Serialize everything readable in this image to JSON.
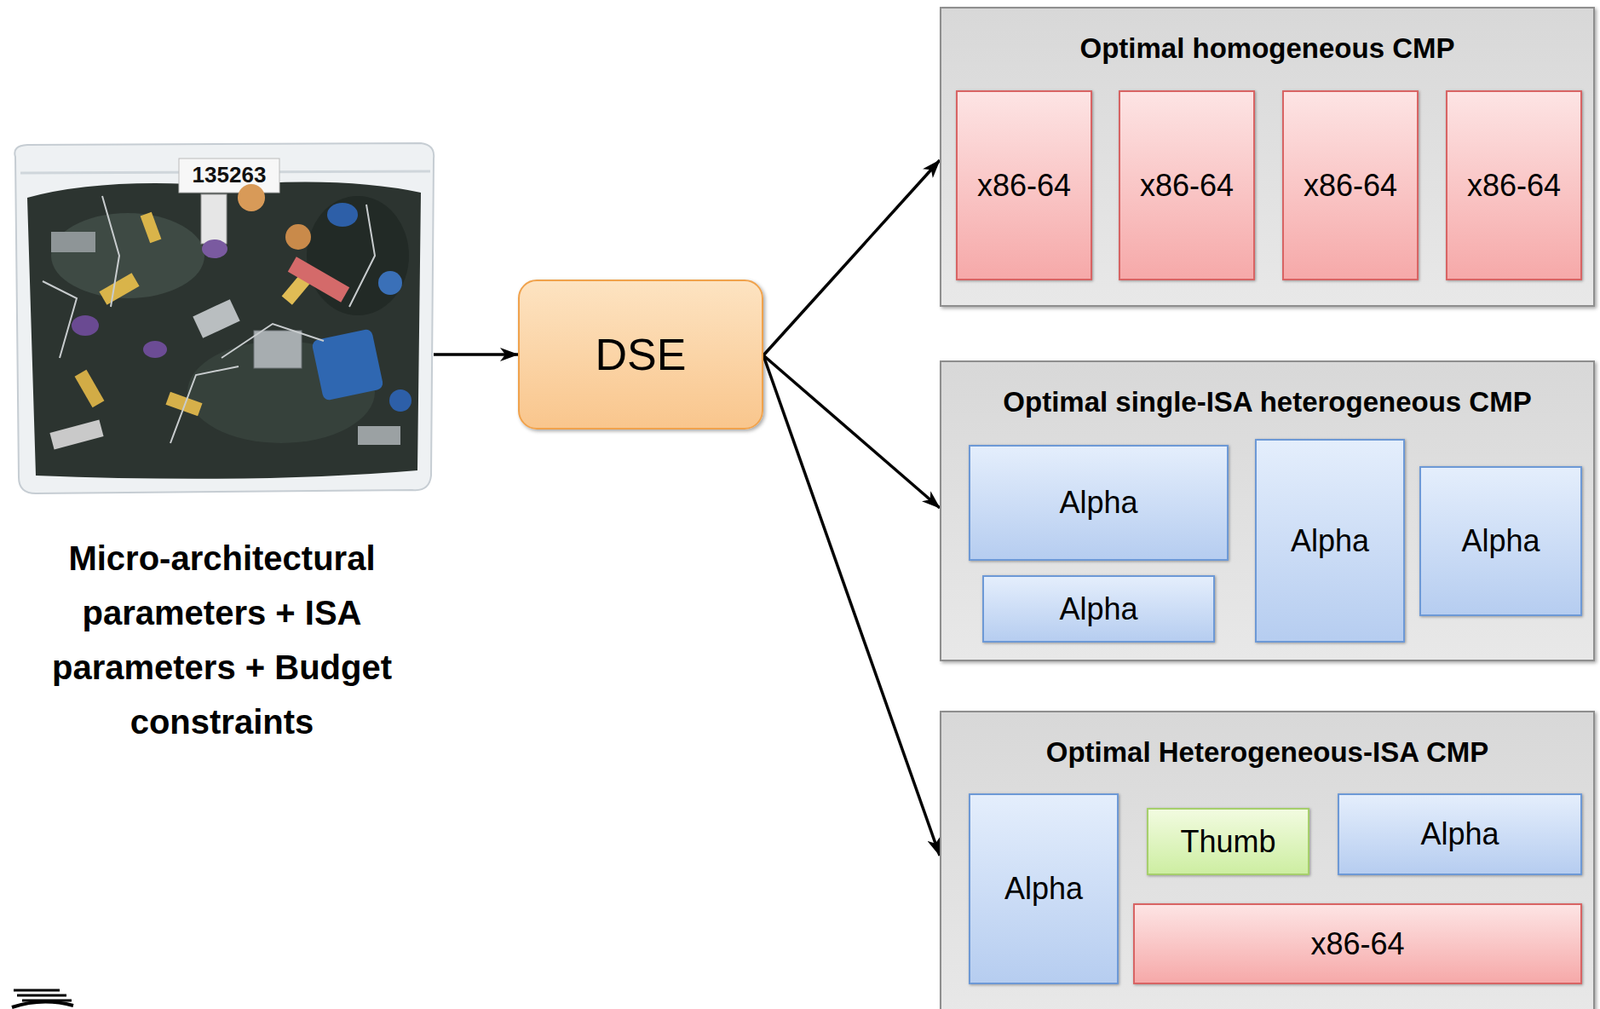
{
  "diagram": {
    "nodes": [
      {
        "text": [
          "Micro-architectural parameters + ISA parameters + Budget constraints"
        ]
      },
      {
        "text": [
          "DSE"
        ]
      },
      {
        "text": [
          "Optimal homogeneous CMP"
        ]
      },
      {
        "text": [
          "x86-64"
        ],
        "in": 2
      },
      {
        "text": [
          "x86-64"
        ],
        "in": 2
      },
      {
        "text": [
          "x86-64"
        ],
        "in": 2
      },
      {
        "text": [
          "x86-64"
        ],
        "in": 2
      },
      {
        "text": [
          "Optimal single-ISA heterogeneous CMP"
        ]
      },
      {
        "text": [
          "Alpha"
        ],
        "in": 7
      },
      {
        "text": [
          "Alpha"
        ],
        "in": 7
      },
      {
        "text": [
          "Alpha"
        ],
        "in": 7
      },
      {
        "text": [
          "Alpha"
        ],
        "in": 7
      },
      {
        "text": [
          "Optimal Heterogeneous-ISA CMP"
        ]
      },
      {
        "text": [
          "Alpha"
        ],
        "in": 12
      },
      {
        "text": [
          "Thumb"
        ],
        "in": 12
      },
      {
        "text": [
          "Alpha"
        ],
        "in": 12
      },
      {
        "text": [
          "x86-64"
        ],
        "in": 12
      }
    ],
    "edges": [
      {
        "from": 0,
        "to": 1,
        "arrow": "to"
      },
      {
        "from": 1,
        "to": 2,
        "arrow": "to"
      },
      {
        "from": 1,
        "to": 7,
        "arrow": "to"
      },
      {
        "from": 1,
        "to": 12,
        "arrow": "to"
      }
    ],
    "labels": [
      "135263"
    ]
  }
}
